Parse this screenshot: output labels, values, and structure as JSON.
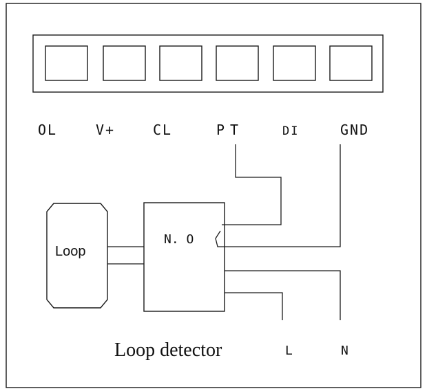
{
  "terminals": [
    "OL",
    "V+",
    "CL",
    "PT",
    "DI",
    "GND"
  ],
  "loop_label": "Loop",
  "contact_label": "N. O",
  "detector_label": "Loop detector",
  "power_labels": [
    "L",
    "N"
  ]
}
